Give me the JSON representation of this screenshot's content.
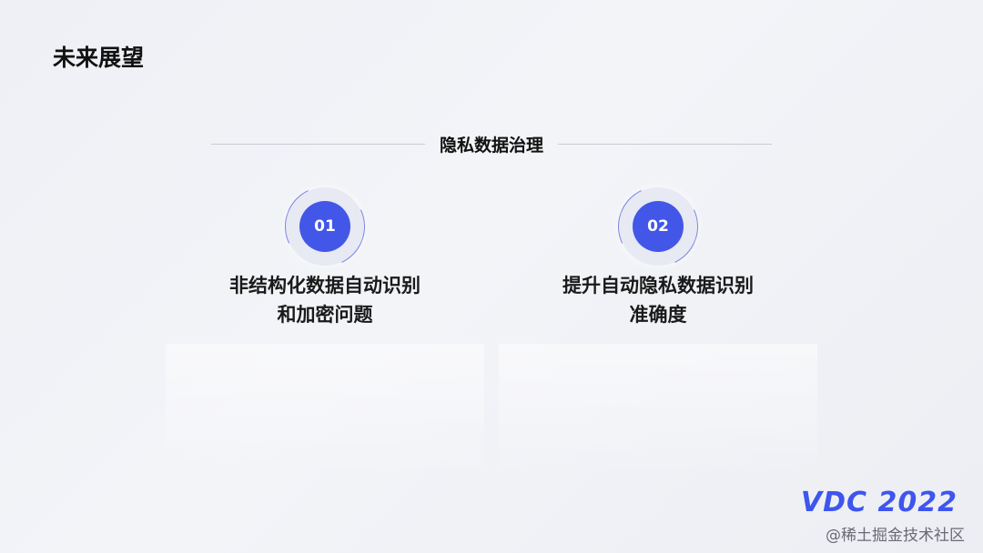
{
  "slide": {
    "title": "未来展望",
    "section": "隐私数据治理"
  },
  "items": [
    {
      "number": "01",
      "line1": "非结构化数据自动识别",
      "line2": "和加密问题"
    },
    {
      "number": "02",
      "line1": "提升自动隐私数据识别",
      "line2": "准确度"
    }
  ],
  "logo": {
    "text": "VDC 2022"
  },
  "watermark": "@稀土掘金技术社区",
  "colors": {
    "accent": "#4257e8"
  }
}
